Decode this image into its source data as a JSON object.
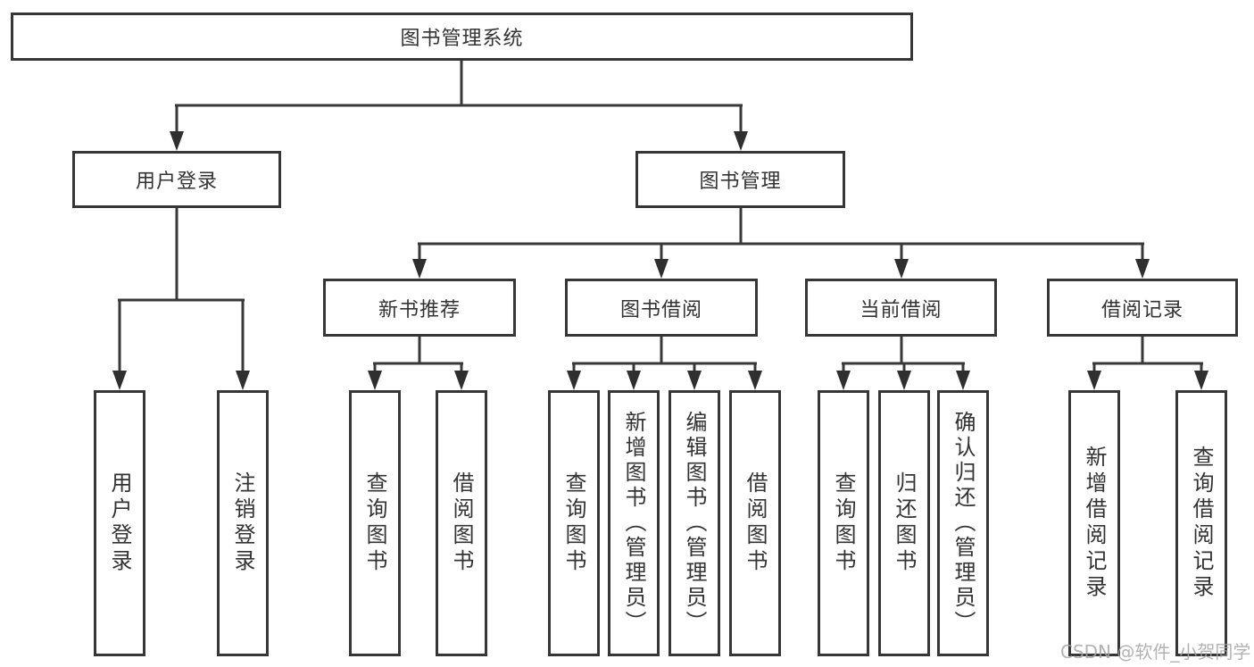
{
  "tree": {
    "label": "图书管理系统",
    "children": [
      {
        "label": "用户登录",
        "children": [
          {
            "label": "用户登录"
          },
          {
            "label": "注销登录"
          }
        ]
      },
      {
        "label": "图书管理",
        "children": [
          {
            "label": "新书推荐",
            "children": [
              {
                "label": "查询图书"
              },
              {
                "label": "借阅图书"
              }
            ]
          },
          {
            "label": "图书借阅",
            "children": [
              {
                "label": "查询图书"
              },
              {
                "label": "新增图书（管理员）"
              },
              {
                "label": "编辑图书（管理员）"
              },
              {
                "label": "借阅图书"
              }
            ]
          },
          {
            "label": "当前借阅",
            "children": [
              {
                "label": "查询图书"
              },
              {
                "label": "归还图书"
              },
              {
                "label": "确认归还（管理员）"
              }
            ]
          },
          {
            "label": "借阅记录",
            "children": [
              {
                "label": "新增借阅记录"
              },
              {
                "label": "查询借阅记录"
              }
            ]
          }
        ]
      }
    ]
  },
  "watermark": {
    "text": "CSDN @软件_小贺同学"
  },
  "colors": {
    "box_border": "#363636",
    "connector": "#383838",
    "text": "#333333",
    "background": "#ffffff",
    "watermark": "#a5a5a5"
  }
}
